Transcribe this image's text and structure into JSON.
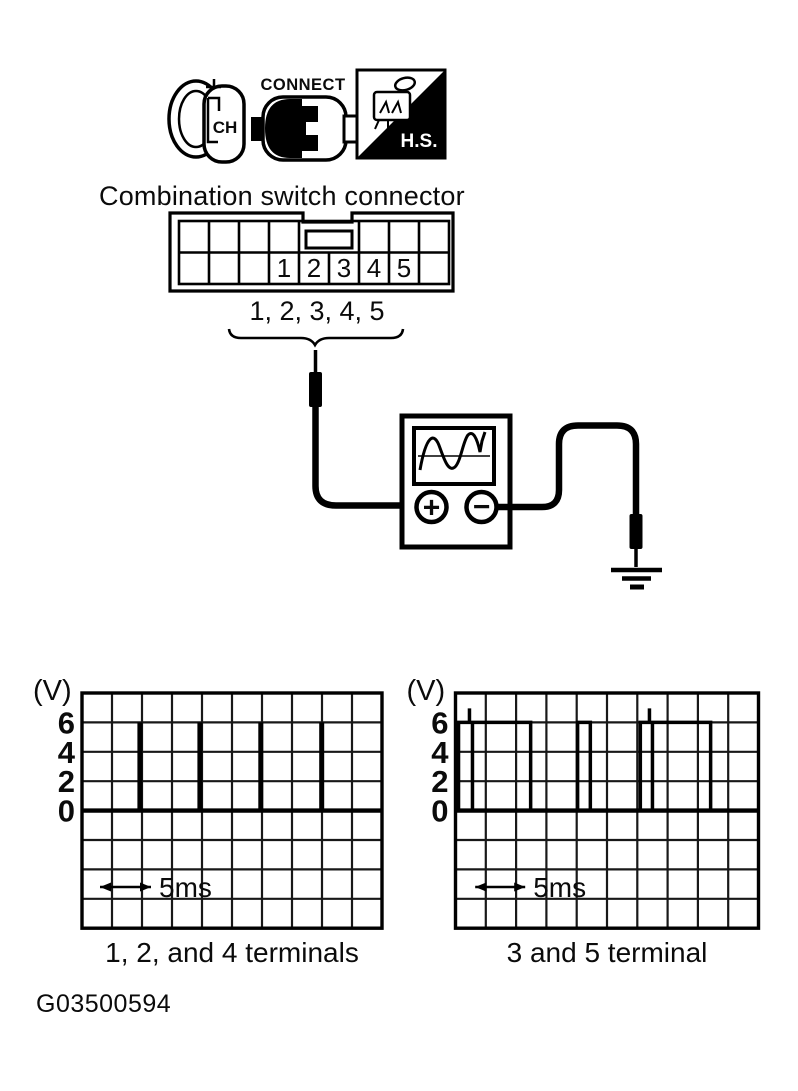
{
  "header_icons": {
    "ch": {
      "label": "CH"
    },
    "connect": {
      "label": "CONNECT"
    },
    "hs": {
      "label": "H.S."
    }
  },
  "connector": {
    "title": "Combination switch connector",
    "terminals": [
      "1",
      "2",
      "3",
      "4",
      "5"
    ],
    "brace_label": "1, 2, 3, 4, 5"
  },
  "meter": {
    "positive_label": "+",
    "negative_label": "−"
  },
  "figure_id": "G03500594",
  "chart_data": [
    {
      "type": "line",
      "title": "1, 2, and 4 terminals",
      "y_unit": "(V)",
      "yticks": [
        6,
        4,
        2,
        0
      ],
      "grid": {
        "cols": 10,
        "rows": 8,
        "zero_row": 4,
        "volts_per_div": 2
      },
      "waveform": {
        "style": "spike",
        "high_v": 6,
        "low_v": 0,
        "pulses": [
          {
            "x0": 1.93,
            "x1": 1.93
          },
          {
            "x0": 3.93,
            "x1": 3.93
          },
          {
            "x0": 5.96,
            "x1": 5.96
          },
          {
            "x0": 7.99,
            "x1": 7.99
          }
        ]
      },
      "time_arrow": {
        "x0": 0.6,
        "x1": 2.3,
        "row": 6.6,
        "label": "5ms"
      }
    },
    {
      "type": "line",
      "title": "3 and 5 terminal",
      "y_unit": "(V)",
      "yticks": [
        6,
        4,
        2,
        0
      ],
      "grid": {
        "cols": 10,
        "rows": 8,
        "zero_row": 4,
        "volts_per_div": 2
      },
      "waveform": {
        "style": "square",
        "high_v": 6,
        "low_v": 0,
        "pulses": [
          {
            "x0": 0.1,
            "x1": 0.56,
            "overshoot": true
          },
          {
            "x0": 2.08,
            "x1": 2.48
          },
          {
            "x0": 4.03,
            "x1": 4.45
          },
          {
            "x0": 6.1,
            "x1": 6.5,
            "overshoot": true
          },
          {
            "x0": 8.02,
            "x1": 8.42
          }
        ]
      },
      "time_arrow": {
        "x0": 0.65,
        "x1": 2.3,
        "row": 6.6,
        "label": "5ms"
      }
    }
  ]
}
